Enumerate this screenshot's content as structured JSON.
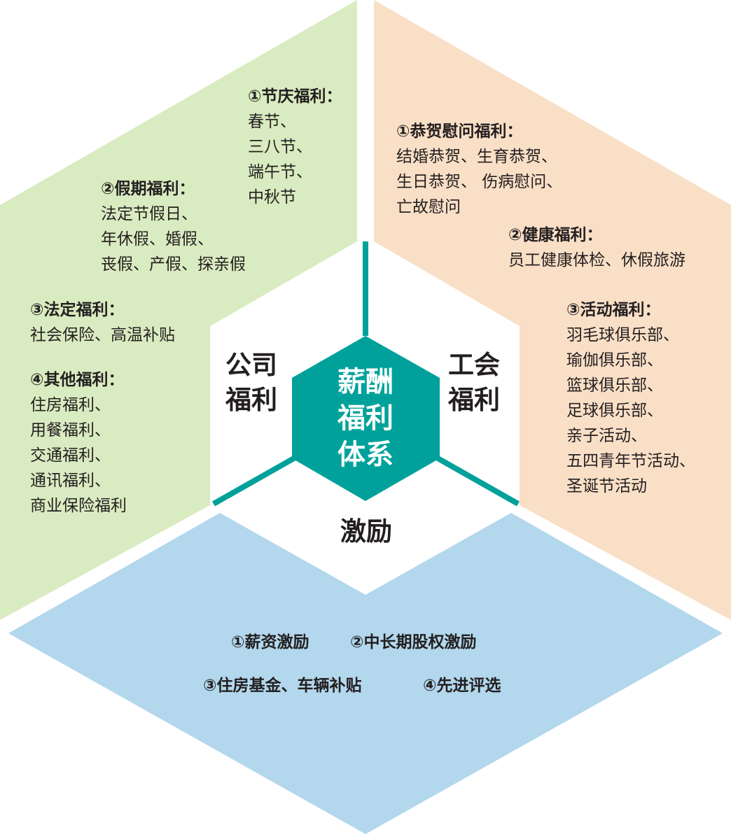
{
  "colors": {
    "company_bg": "#d9ebc0",
    "union_bg": "#f9dfc6",
    "incentive_bg": "#b3d7ed",
    "center_teal": "#00a19a",
    "text": "#231f20",
    "center_text": "#ffffff"
  },
  "center": {
    "lines": [
      "薪酬",
      "福利",
      "体系"
    ]
  },
  "categories": {
    "company": {
      "lines": [
        "公司",
        "福利"
      ]
    },
    "union": {
      "lines": [
        "工会",
        "福利"
      ]
    },
    "incentive": {
      "label": "激励"
    }
  },
  "company_welfare": [
    {
      "heading": "①节庆福利：",
      "items": [
        "春节、",
        "三八节、",
        "端午节、",
        "中秋节"
      ]
    },
    {
      "heading": "②假期福利：",
      "items": [
        "法定节假日、",
        "年休假、婚假、",
        "丧假、产假、探亲假"
      ]
    },
    {
      "heading": "③法定福利：",
      "items": [
        "社会保险、高温补贴"
      ]
    },
    {
      "heading": "④其他福利：",
      "items": [
        "住房福利、",
        "用餐福利、",
        "交通福利、",
        "通讯福利、",
        "商业保险福利"
      ]
    }
  ],
  "union_welfare": [
    {
      "heading": "①恭贺慰问福利：",
      "items": [
        "结婚恭贺、生育恭贺、",
        "生日恭贺、 伤病慰问、",
        "亡故慰问"
      ]
    },
    {
      "heading": "②健康福利：",
      "items": [
        "员工健康体检、休假旅游"
      ]
    },
    {
      "heading": "③活动福利：",
      "items": [
        "羽毛球俱乐部、",
        "瑜伽俱乐部、",
        "篮球俱乐部、",
        "足球俱乐部、",
        "亲子活动、",
        "五四青年节活动、",
        "圣诞节活动"
      ]
    }
  ],
  "incentives": [
    {
      "label": "①薪资激励"
    },
    {
      "label": "②中长期股权激励"
    },
    {
      "label": "③住房基金、车辆补贴"
    },
    {
      "label": "④先进评选"
    }
  ]
}
